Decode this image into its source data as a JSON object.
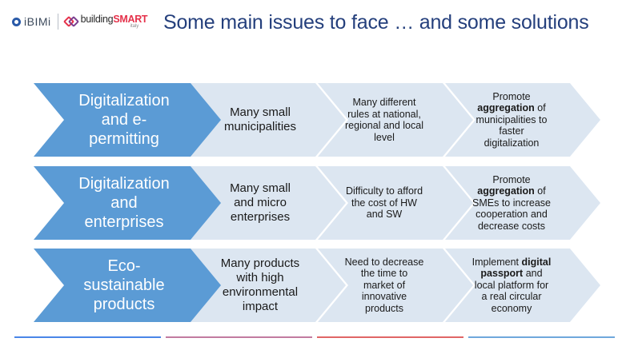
{
  "title": "Some main issues to face … and some solutions",
  "logos": {
    "ibimi": "iBIMi",
    "buildingsmart_prefix": "building",
    "buildingsmart_suffix": "SMART",
    "buildingsmart_sub": "italy"
  },
  "colors": {
    "title": "#243f7c",
    "lead_chevron": "#5b9bd5",
    "light_chevron": "#dce6f1",
    "bottom_lines": [
      "#4a86e8",
      "#c27ba0",
      "#e06666",
      "#6fa8dc"
    ]
  },
  "rows": [
    {
      "lead": [
        "Digitalization",
        "and e-",
        "permitting"
      ],
      "issue": [
        "Many small",
        "municipalities"
      ],
      "problem": [
        "Many different",
        "rules at national,",
        "regional and local",
        "level"
      ],
      "solution": [
        [
          {
            "t": "Promote"
          }
        ],
        [
          {
            "t": "aggregation",
            "b": true
          },
          {
            "t": " of"
          }
        ],
        [
          {
            "t": "municipalities to"
          }
        ],
        [
          {
            "t": "faster"
          }
        ],
        [
          {
            "t": "digitalization"
          }
        ]
      ]
    },
    {
      "lead": [
        "Digitalization",
        "and",
        "enterprises"
      ],
      "issue": [
        "Many small",
        "and micro",
        "enterprises"
      ],
      "problem": [
        "Difficulty to afford",
        "the cost of HW",
        "and SW"
      ],
      "solution": [
        [
          {
            "t": "Promote"
          }
        ],
        [
          {
            "t": "aggregation",
            "b": true
          },
          {
            "t": " of"
          }
        ],
        [
          {
            "t": "SMEs to increase"
          }
        ],
        [
          {
            "t": "cooperation and"
          }
        ],
        [
          {
            "t": "decrease costs"
          }
        ]
      ]
    },
    {
      "lead": [
        "Eco-",
        "sustainable",
        "products"
      ],
      "issue": [
        "Many products",
        "with high",
        "environmental",
        "impact"
      ],
      "problem": [
        "Need to decrease",
        "the time to",
        "market of",
        "innovative",
        "products"
      ],
      "solution": [
        [
          {
            "t": "Implement "
          },
          {
            "t": "digital",
            "b": true
          }
        ],
        [
          {
            "t": "passport",
            "b": true
          },
          {
            "t": " and"
          }
        ],
        [
          {
            "t": "local platform for"
          }
        ],
        [
          {
            "t": "a real circular"
          }
        ],
        [
          {
            "t": "economy"
          }
        ]
      ]
    }
  ]
}
